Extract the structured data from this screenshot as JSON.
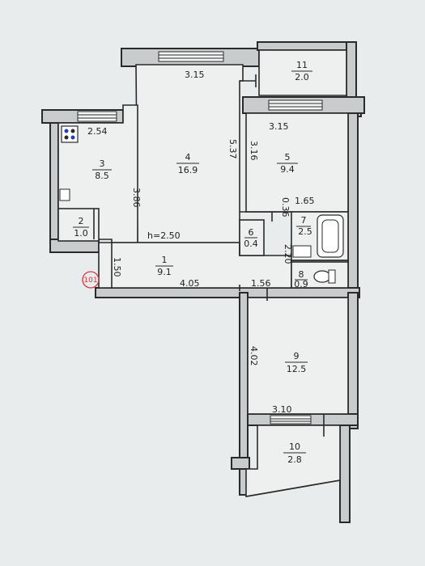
{
  "stamp": "101",
  "height_label": "h=2.50",
  "rooms": [
    {
      "number": "1",
      "area": "9.1"
    },
    {
      "number": "2",
      "area": "1.0"
    },
    {
      "number": "3",
      "area": "8.5"
    },
    {
      "number": "4",
      "area": "16.9"
    },
    {
      "number": "5",
      "area": "9.4"
    },
    {
      "number": "6",
      "area": "0.4"
    },
    {
      "number": "7",
      "area": "2.5"
    },
    {
      "number": "8",
      "area": "0.9"
    },
    {
      "number": "9",
      "area": "12.5"
    },
    {
      "number": "10",
      "area": "2.8"
    },
    {
      "number": "11",
      "area": "2.0"
    }
  ],
  "dims": {
    "d_254": "2.54",
    "d_315_top": "3.15",
    "d_315_mid": "3.15",
    "d_386": "3.86",
    "d_537": "5.37",
    "d_316": "3.16",
    "d_036": "0.36",
    "d_165": "1.65",
    "d_220": "2.20",
    "d_150": "1.50",
    "d_405": "4.05",
    "d_156": "1.56",
    "d_402": "4.02",
    "d_310": "3.10"
  }
}
